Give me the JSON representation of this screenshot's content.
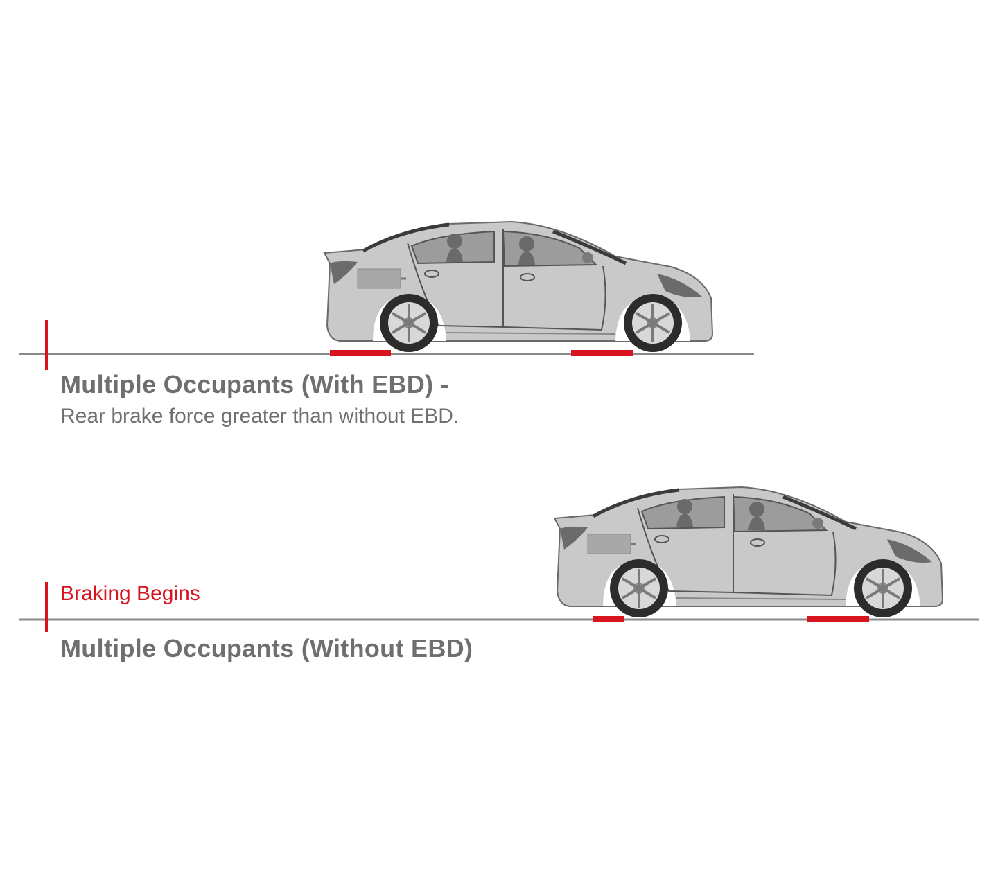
{
  "colors": {
    "accent_red": "#d8141f",
    "road": "#8a8a8a",
    "car_body": "#c8c8c8",
    "car_outline": "#4a4a4a",
    "glass": "#9c9c9c",
    "text_gray": "#6f6f6f"
  },
  "scenario_with_ebd": {
    "title": "Multiple Occupants (With EBD) -",
    "description": "Rear brake force greater than without EBD.",
    "car_icon": "sedan-icon"
  },
  "scenario_without_ebd": {
    "marker_label": "Braking Begins",
    "title": "Multiple Occupants (Without EBD)",
    "car_icon": "sedan-icon"
  }
}
